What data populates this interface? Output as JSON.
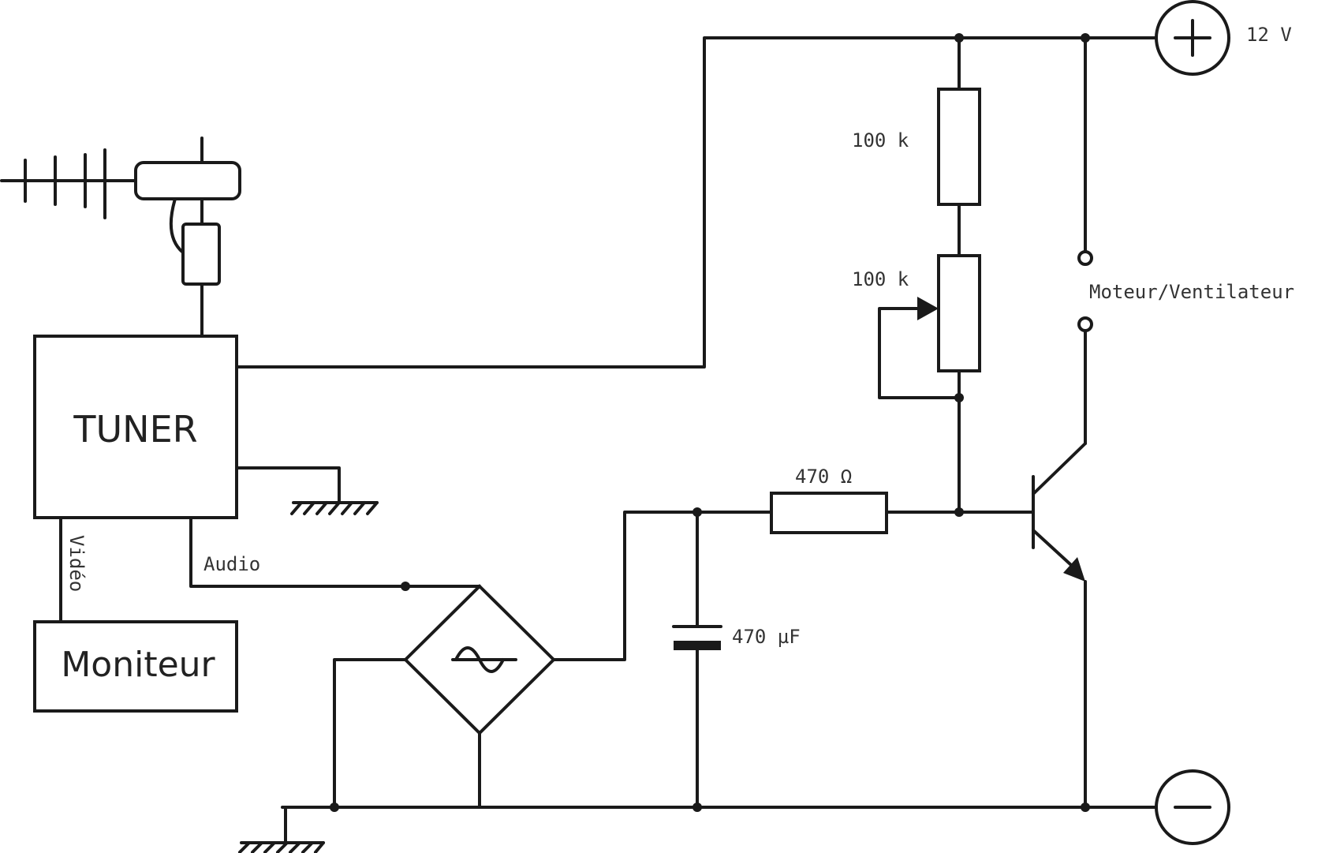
{
  "supply": {
    "voltage_label": "12 V"
  },
  "blocks": {
    "tuner_label": "TUNER",
    "monitor_label": "Moniteur"
  },
  "signals": {
    "video_label": "Vidéo",
    "audio_label": "Audio"
  },
  "components": {
    "r1_label": "100 k",
    "pot_label": "100 k",
    "r_base_label": "470 Ω",
    "capacitor_label": "470 µF",
    "load_label": "Moteur/Ventilateur"
  }
}
